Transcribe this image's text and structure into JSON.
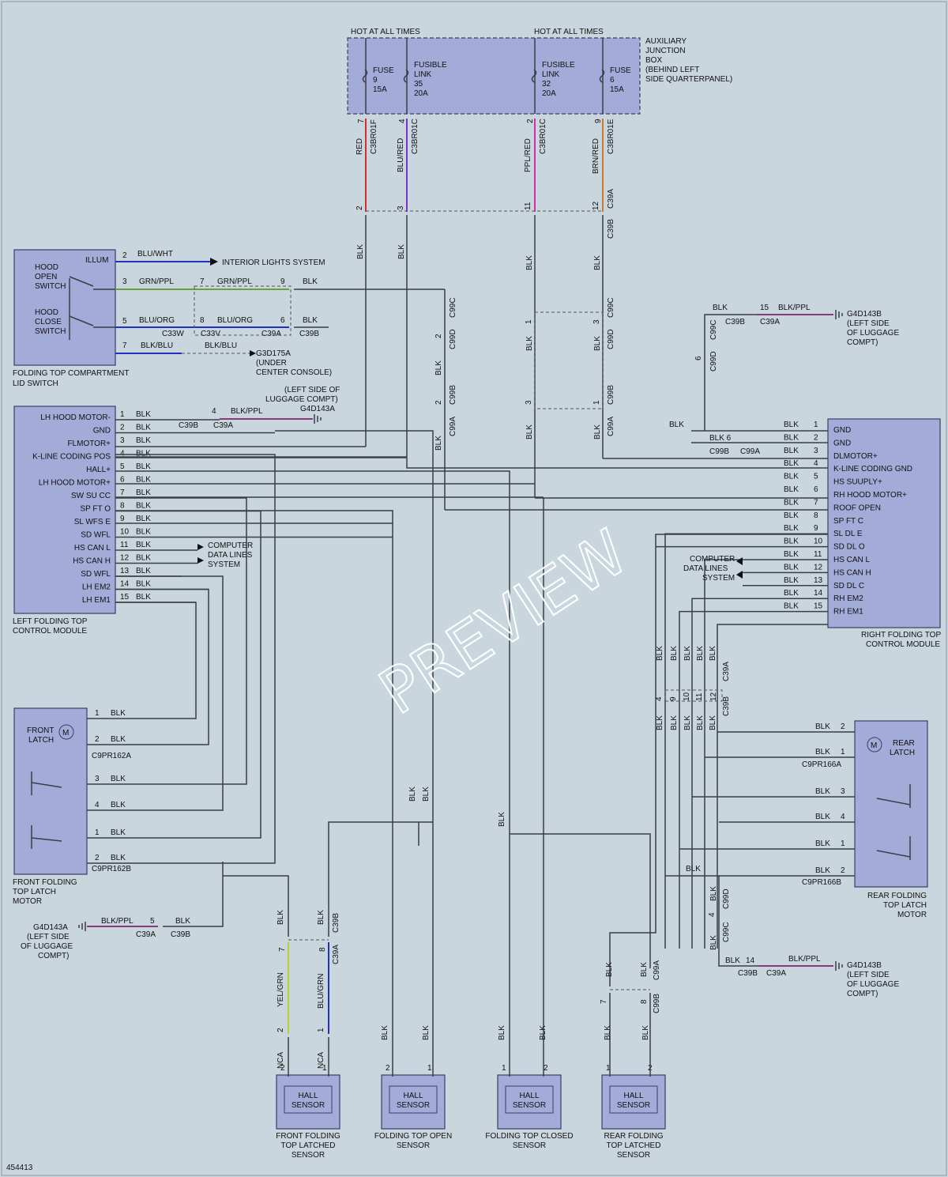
{
  "diagram_id": "454413",
  "watermark": "PREVIEW",
  "colors": {
    "bg": "#c9d6de",
    "box": "#a3abd8",
    "red": "#d23030",
    "purple": "#7b35c8",
    "pink": "#cc33aa",
    "orange": "#c77a30",
    "blue": "#2230c0",
    "green": "#6aa040",
    "yellowgreen": "#b8d030",
    "blkppl": "#8a3a7a",
    "wire": "#3b3e47"
  },
  "top": {
    "hot1": "HOT AT ALL TIMES",
    "hot2": "HOT AT ALL TIMES",
    "ajb": [
      "AUXILIARY",
      "JUNCTION",
      "BOX",
      "(BEHIND LEFT",
      "SIDE QUARTERPANEL)"
    ],
    "f1": [
      "FUSE",
      "9",
      "15A"
    ],
    "f2": [
      "FUSIBLE",
      "LINK",
      "35",
      "20A"
    ],
    "f3": [
      "FUSIBLE",
      "LINK",
      "32",
      "20A"
    ],
    "f4": [
      "FUSE",
      "6",
      "15A"
    ],
    "pins": [
      "7",
      "4",
      "2",
      "9"
    ],
    "conns": [
      "C3BR01F",
      "C3BR01C",
      "C3BR01C",
      "C3BR01E"
    ],
    "colors": [
      "RED",
      "BLU/RED",
      "PPL/RED",
      "BRN/RED"
    ],
    "mid_pins": [
      "2",
      "3",
      "11",
      "12"
    ],
    "mid_conn": "C39A",
    "mid_conn2": "C39B",
    "blk": "BLK"
  },
  "hood": {
    "illum": "ILLUM",
    "open": [
      "HOOD",
      "OPEN",
      "SWITCH"
    ],
    "close": [
      "HOOD",
      "CLOSE",
      "SWITCH"
    ],
    "name": [
      "FOLDING TOP COMPARTMENT",
      "LID SWITCH"
    ],
    "pins": [
      "2",
      "3",
      "5",
      "7"
    ],
    "wires": [
      "BLU/WHT",
      "GRN/PPL",
      "BLU/ORG",
      "BLK/BLU"
    ],
    "interior": "INTERIOR LIGHTS SYSTEM",
    "c7": "7",
    "c8": "8",
    "c9": "9",
    "c6": "6",
    "grn2": "GRN/PPL",
    "blu2": "BLU/ORG",
    "blk2": "BLK/BLU",
    "c33w": "C33W",
    "c33v": "C33V",
    "c39a": "C39A",
    "c39b": "C39B",
    "g3d": [
      "G3D175A",
      "(UNDER",
      "CENTER CONSOLE)"
    ]
  },
  "left_mod": {
    "labels": [
      "LH HOOD MOTOR-",
      "GND",
      "FLMOTOR+",
      "K-LINE CODING POS",
      "HALL+",
      "LH HOOD MOTOR+",
      "SW SU CC",
      "SP FT O",
      "SL WFS E",
      "SD WFL",
      "HS CAN L",
      "HS CAN H",
      "SD WFL",
      "LH EM2",
      "LH EM1"
    ],
    "pins": [
      "1",
      "2",
      "3",
      "4",
      "5",
      "6",
      "7",
      "8",
      "9",
      "10",
      "11",
      "12",
      "13",
      "14",
      "15"
    ],
    "name": [
      "LEFT FOLDING TOP",
      "CONTROL MODULE"
    ],
    "gnd_note": [
      "(LEFT SIDE OF",
      "LUGGAGE COMPT)",
      "G4D143A"
    ],
    "p4": "4",
    "blkppl": "BLK/PPL",
    "c39b": "C39B",
    "c39a": "C39A",
    "computer": [
      "COMPUTER",
      "DATA LINES",
      "SYSTEM"
    ]
  },
  "right_mod": {
    "labels": [
      "GND",
      "GND",
      "DLMOTOR+",
      "K-LINE CODING GND",
      "HS SUUPLY+",
      "RH HOOD MOTOR+",
      "ROOF OPEN",
      "SP FT C",
      "SL DL E",
      "SD DL O",
      "HS CAN L",
      "HS CAN H",
      "SD DL C",
      "RH EM2",
      "RH EM1"
    ],
    "pins": [
      "1",
      "2",
      "3",
      "4",
      "5",
      "6",
      "7",
      "8",
      "9",
      "10",
      "11",
      "12",
      "13",
      "14",
      "15"
    ],
    "name": [
      "RIGHT FOLDING TOP",
      "CONTROL MODULE"
    ],
    "computer": [
      "COMPUTER",
      "DATA LINES",
      "SYSTEM"
    ],
    "blk6": "BLK 6",
    "c99b": "C99B",
    "c99a": "C99A"
  },
  "g4d_top": {
    "pin": "15",
    "wire": "BLK/PPL",
    "conn1": "C39B",
    "conn2": "C39A",
    "pin6": "6",
    "c99c": "C99C",
    "c99d": "C99D",
    "lines": [
      "G4D143B",
      "(LEFT SIDE",
      "OF LUGGAGE",
      "COMPT)"
    ]
  },
  "front_latch": {
    "latch": [
      "FRONT",
      "LATCH"
    ],
    "pins": [
      "1",
      "2",
      "3",
      "4",
      "1",
      "2"
    ],
    "c1": "C9PR162A",
    "c2": "C9PR162B",
    "name": [
      "FRONT FOLDING",
      "TOP LATCH",
      "MOTOR"
    ],
    "g4d": [
      "G4D143A",
      "(LEFT SIDE",
      "OF LUGGAGE",
      "COMPT)"
    ],
    "blkppl": "BLK/PPL",
    "p5": "5",
    "c39a": "C39A",
    "c39b": "C39B"
  },
  "rear_latch": {
    "latch": [
      "REAR",
      "LATCH"
    ],
    "pins": [
      "2",
      "1",
      "3",
      "4",
      "1",
      "2"
    ],
    "c1": "C9PR166A",
    "c2": "C9PR166B",
    "name": [
      "REAR FOLDING",
      "TOP LATCH",
      "MOTOR"
    ],
    "g4d": [
      "G4D143B",
      "(LEFT SIDE",
      "OF LUGGAGE",
      "COMPT)"
    ],
    "p14": "14",
    "blkppl": "BLK/PPL",
    "c39b": "C39B",
    "c39a": "C39A",
    "c99d": "C99D",
    "c99c": "C99C",
    "p4": "4",
    "p2": "2"
  },
  "bundle": {
    "pins": [
      "4",
      "9",
      "10",
      "11",
      "12"
    ],
    "c39a": "C39A",
    "c39b": "C39B"
  },
  "c99": {
    "c99c": "C99C",
    "c99d": "C99D",
    "c99b": "C99B",
    "c99a": "C99A",
    "p2": "2",
    "p1": "1",
    "p3": "3"
  },
  "sensors": [
    {
      "box": [
        "HALL",
        "SENSOR"
      ],
      "name": [
        "FRONT FOLDING",
        "TOP LATCHED",
        "SENSOR"
      ],
      "pins": [
        "2",
        "1"
      ],
      "wires": [
        "NCA",
        "NCA"
      ]
    },
    {
      "box": [
        "HALL",
        "SENSOR"
      ],
      "name": [
        "FOLDING TOP OPEN",
        "SENSOR"
      ],
      "pins": [
        "2",
        "1"
      ]
    },
    {
      "box": [
        "HALL",
        "SENSOR"
      ],
      "name": [
        "FOLDING TOP CLOSED",
        "SENSOR"
      ],
      "pins": [
        "1",
        "2"
      ]
    },
    {
      "box": [
        "HALL",
        "SENSOR"
      ],
      "name": [
        "REAR FOLDING",
        "TOP LATCHED",
        "SENSOR"
      ],
      "pins": [
        "1",
        "2"
      ]
    }
  ],
  "sens_wires": {
    "yel": "YEL/GRN",
    "blu": "BLU/GRN",
    "p7": "7",
    "p8": "8",
    "c39b": "C39B",
    "c39a": "C39A",
    "p2": "2",
    "p1": "1"
  }
}
